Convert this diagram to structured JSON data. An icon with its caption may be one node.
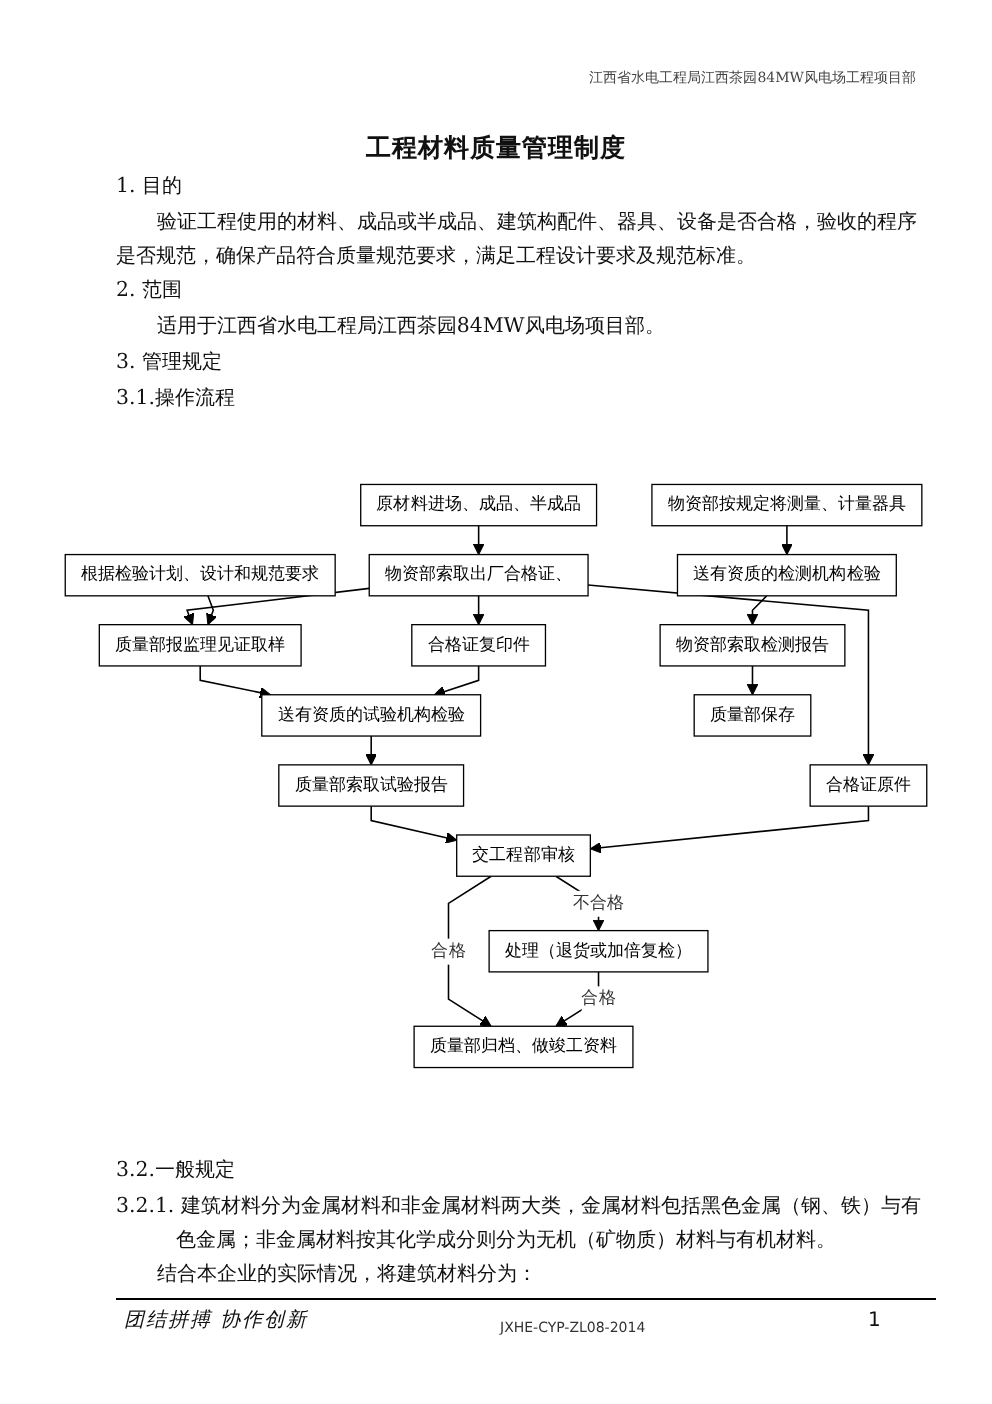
{
  "diagram": {
    "title": "工程材料质量管理制度",
    "nodes": [
      {
        "text": [
          "原材料进场、成品、半成品"
        ]
      },
      {
        "text": [
          "物资部索取出厂合格证、"
        ]
      },
      {
        "text": [
          "根据检验计划、设计和规范要求"
        ]
      },
      {
        "text": [
          "质量部报监理见证取样"
        ]
      },
      {
        "text": [
          "合格证复印件"
        ]
      },
      {
        "text": [
          "送有资质的试验机构检验"
        ]
      },
      {
        "text": [
          "质量部索取试验报告"
        ]
      },
      {
        "text": [
          "处理（退货或加倍复检）"
        ]
      },
      {
        "text": [
          "交工程部审核"
        ]
      },
      {
        "text": [
          "合格证原件"
        ]
      },
      {
        "text": [
          "质量部归档、做竣工资料"
        ]
      },
      {
        "text": [
          "物资部按规定将测量、计量器具"
        ]
      },
      {
        "text": [
          "送有资质的检测机构检验"
        ]
      },
      {
        "text": [
          "物资部索取检测报告"
        ]
      },
      {
        "text": [
          "质量部保存"
        ]
      }
    ],
    "edges": [
      {
        "from": 0,
        "to": 1,
        "arrow": "to"
      },
      {
        "from": 1,
        "to": 3,
        "arrow": "to"
      },
      {
        "from": 2,
        "to": 3,
        "arrow": "to"
      },
      {
        "from": 1,
        "to": 4,
        "arrow": "to"
      },
      {
        "from": 1,
        "to": 9,
        "arrow": "to"
      },
      {
        "from": 3,
        "to": 5,
        "arrow": "to"
      },
      {
        "from": 4,
        "to": 5,
        "arrow": "to"
      },
      {
        "from": 5,
        "to": 6,
        "arrow": "to"
      },
      {
        "from": 6,
        "to": 8,
        "arrow": "to"
      },
      {
        "from": 8,
        "to": 7,
        "arrow": "to",
        "label": "不合格"
      },
      {
        "from": 9,
        "to": 8,
        "arrow": "to"
      },
      {
        "from": 8,
        "to": 10,
        "arrow": "to",
        "label": "合格"
      },
      {
        "from": 7,
        "to": 10,
        "arrow": "to",
        "label": "合格"
      },
      {
        "from": 11,
        "to": 12,
        "arrow": "to"
      },
      {
        "from": 12,
        "to": 13,
        "arrow": "to"
      },
      {
        "from": 13,
        "to": 14,
        "arrow": "to"
      }
    ],
    "labels": [
      "江西省水电工程局江西茶园84MW风电场工程项目部",
      "1. 目的",
      "验证工程使用的材料、成品或半成品、建筑构配件、器具、设备是否合格，验收的程序是否规范，确保产品符合质量规范要求，满足工程设计要求及规范标准。",
      "2. 范围",
      "适用于江西省水电工程局江西茶园84MW风电场项目部。",
      "3. 管理规定",
      "3.1.操作流程",
      "3.2.一般规定",
      "3.2.1. 建筑材料分为金属材料和非金属材料两大类，金属材料包括黑色金属（钢、铁）与有色金属；非金属材料按其化学成分则分为无机（矿物质）材料与有机材料。",
      "结合本企业的实际情况，将建筑材料分为：",
      "团结拼搏 协作创新",
      "JXHE-CYP-ZL08-2014",
      "1"
    ]
  }
}
